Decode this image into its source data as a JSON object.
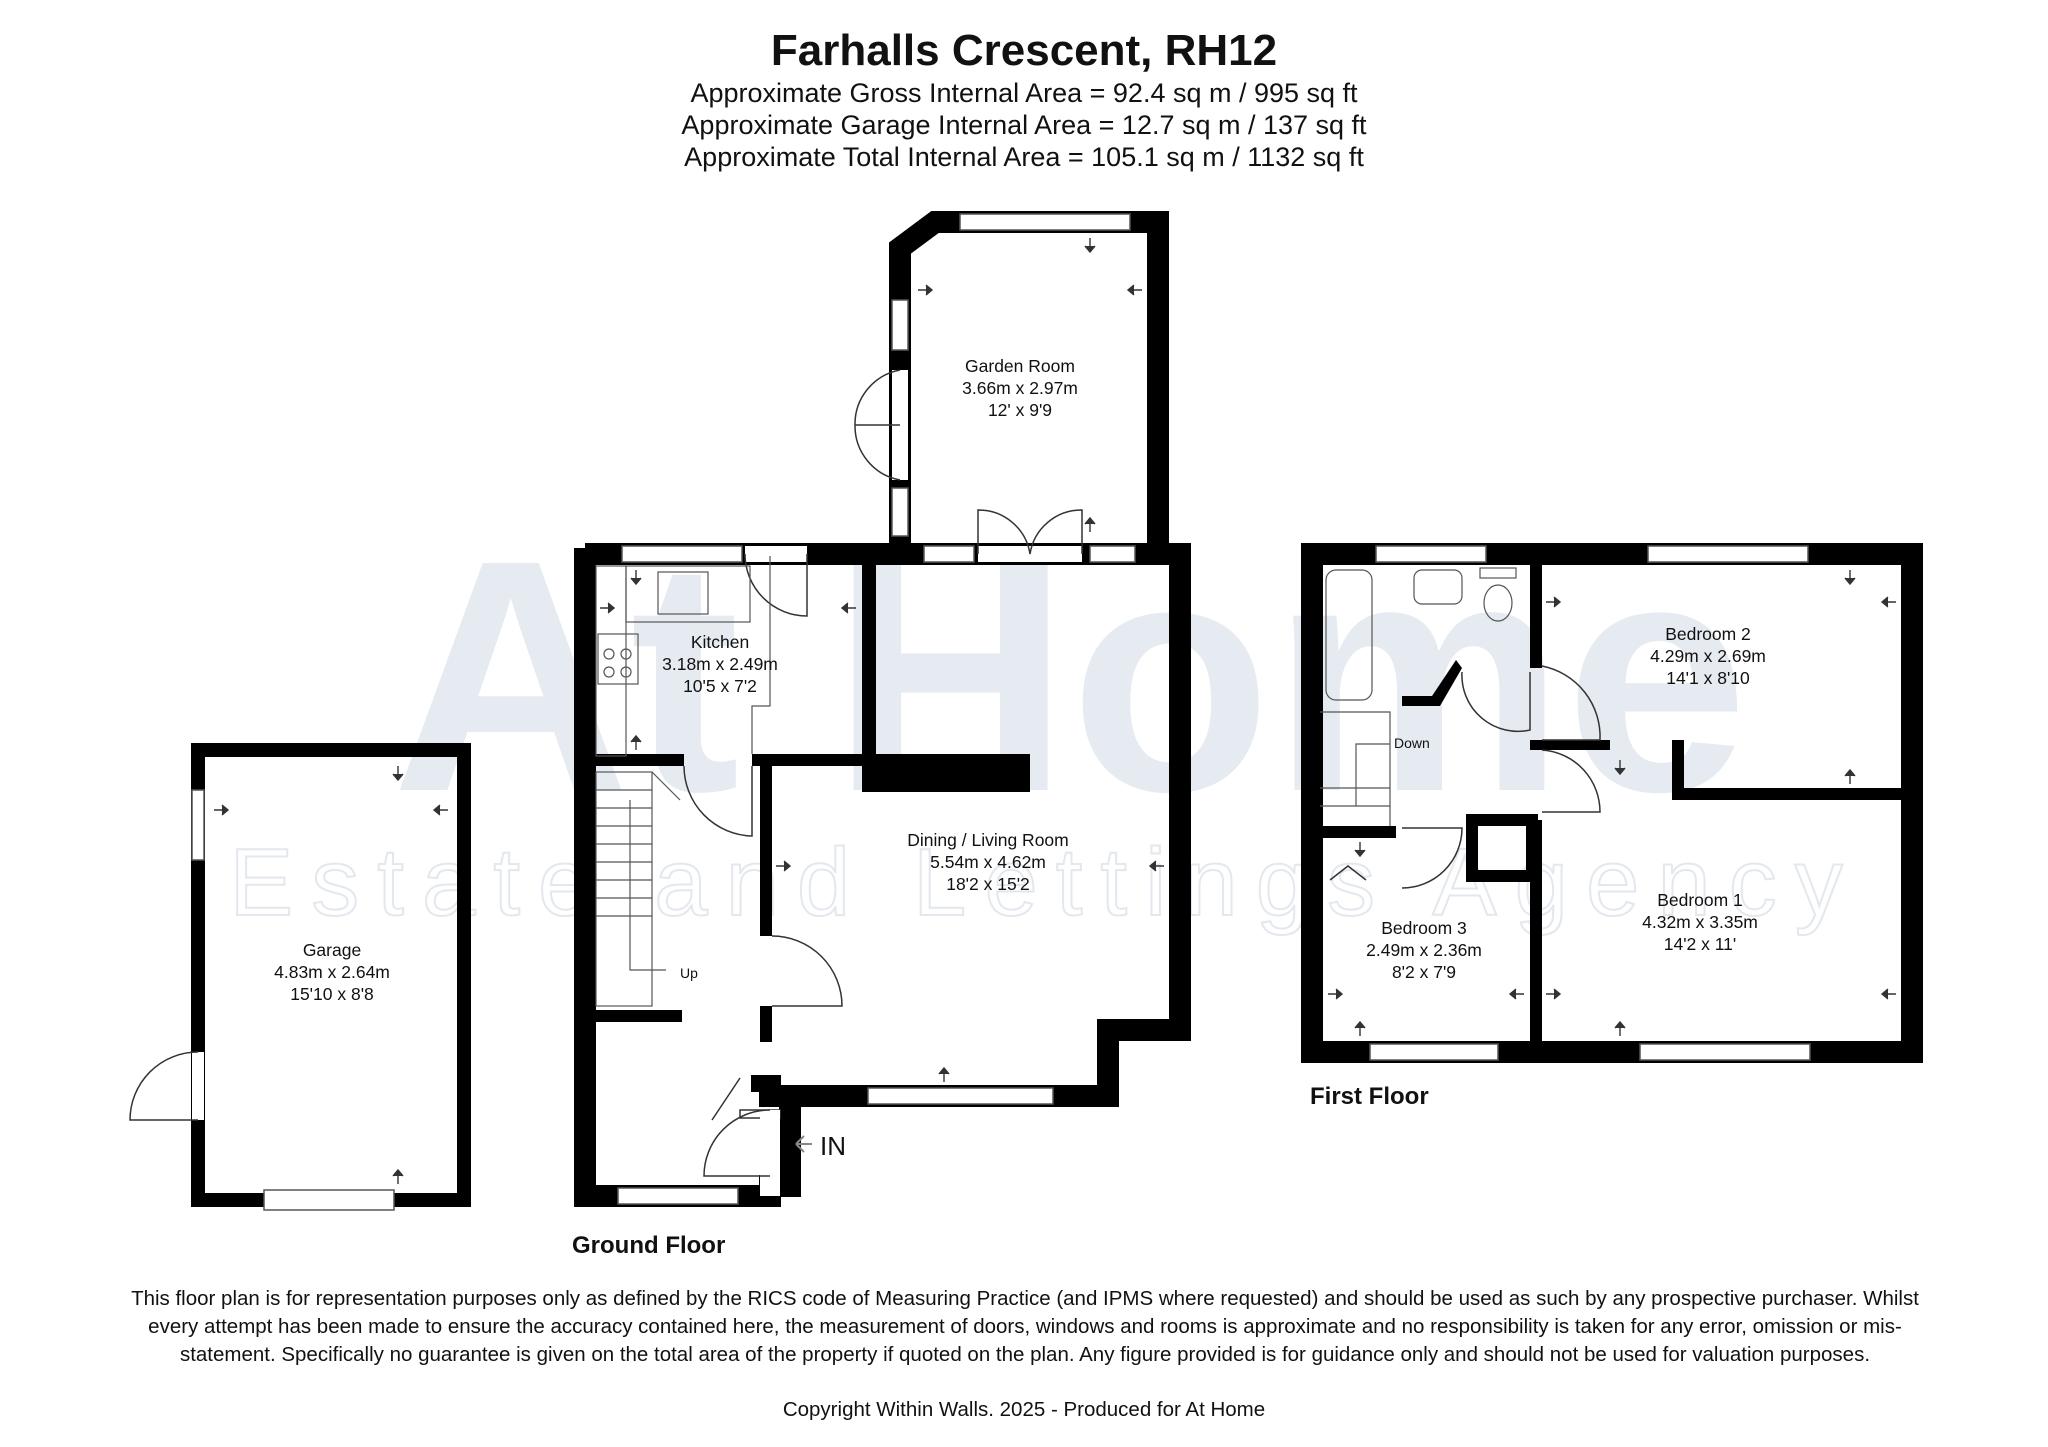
{
  "header": {
    "title": "Farhalls Crescent, RH12",
    "gross_area": "Approximate Gross Internal Area = 92.4 sq m / 995 sq ft",
    "garage_area": "Approximate Garage Internal Area = 12.7 sq m / 137 sq ft",
    "total_area": "Approximate Total Internal Area = 105.1 sq m / 1132 sq ft"
  },
  "watermark": {
    "brand": "At Home",
    "tagline": "Estate and Lettings Agency"
  },
  "floors": {
    "ground": "Ground Floor",
    "first": "First Floor"
  },
  "rooms": {
    "garden_room": {
      "name": "Garden Room",
      "metric": "3.66m x 2.97m",
      "imperial": "12' x 9'9"
    },
    "kitchen": {
      "name": "Kitchen",
      "metric": "3.18m x 2.49m",
      "imperial": "10'5 x 7'2"
    },
    "dining_living": {
      "name": "Dining / Living Room",
      "metric": "5.54m x 4.62m",
      "imperial": "18'2 x 15'2"
    },
    "garage": {
      "name": "Garage",
      "metric": "4.83m x 2.64m",
      "imperial": "15'10 x 8'8"
    },
    "bedroom2": {
      "name": "Bedroom 2",
      "metric": "4.29m x 2.69m",
      "imperial": "14'1 x 8'10"
    },
    "bedroom1": {
      "name": "Bedroom 1",
      "metric": "4.32m x 3.35m",
      "imperial": "14'2 x 11'"
    },
    "bedroom3": {
      "name": "Bedroom 3",
      "metric": "2.49m x 2.36m",
      "imperial": "8'2 x 7'9"
    }
  },
  "labels": {
    "up": "Up",
    "down": "Down",
    "entrance": "IN"
  },
  "footer": {
    "disclaimer": "This floor plan is for representation purposes only as defined by the RICS code of Measuring Practice (and IPMS where requested) and should be used as such by any prospective purchaser. Whilst every attempt has been made to ensure the accuracy contained here, the measurement of doors, windows and rooms is approximate and no responsibility is taken for any error, omission or mis-statement. Specifically no guarantee is given on the total area of the property if quoted on the plan. Any figure provided is for guidance only and should not be used for valuation purposes.",
    "copyright": "Copyright Within Walls. 2025 - Produced for At Home"
  },
  "colors": {
    "wall": "#000000",
    "watermark": "#e6ebf1",
    "window": "#ffffff",
    "thin_line": "#333333"
  }
}
